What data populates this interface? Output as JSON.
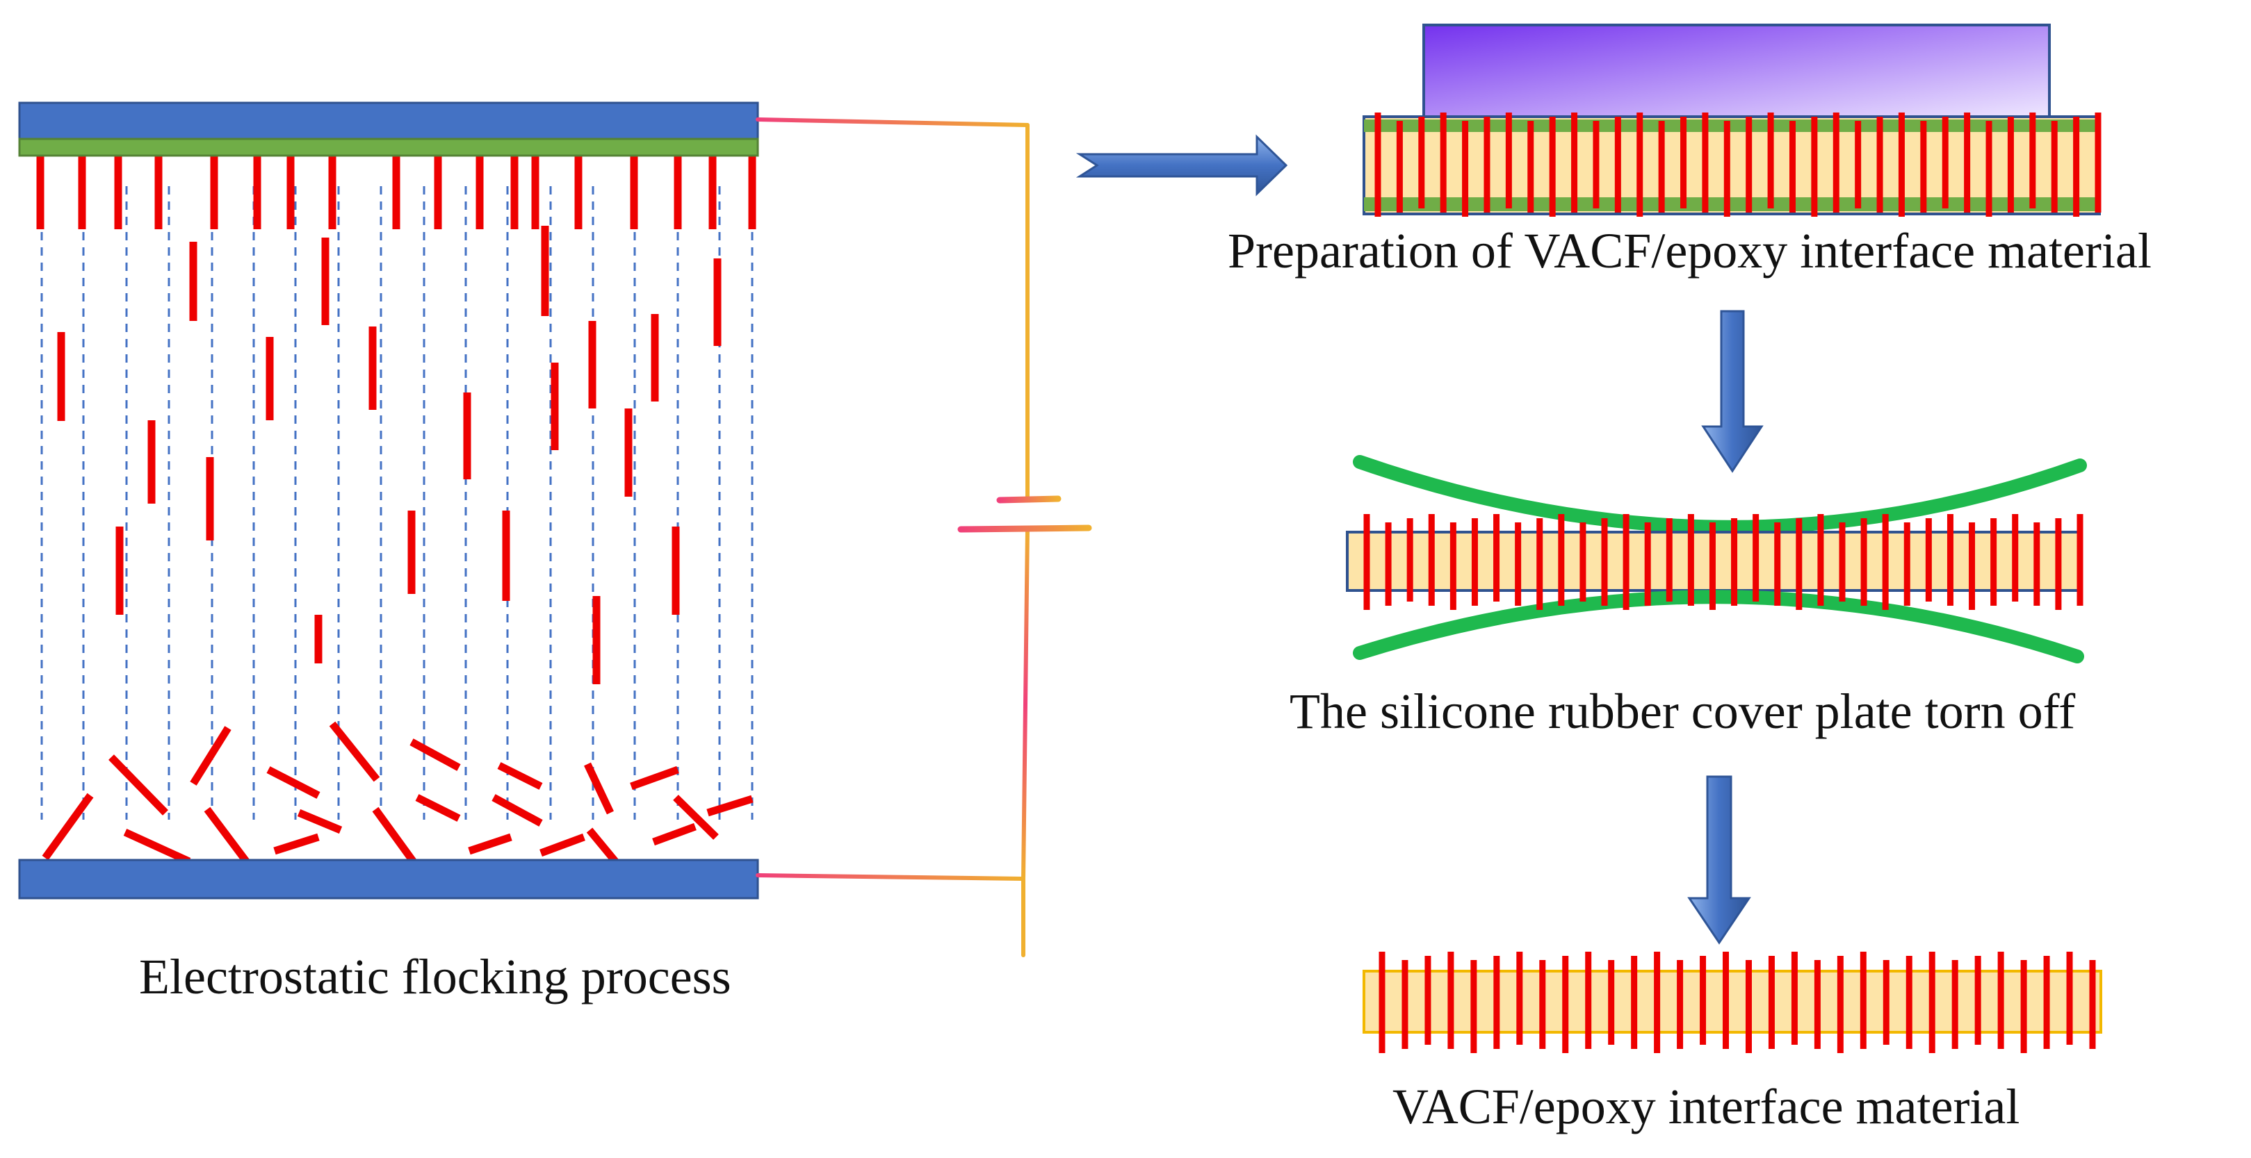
{
  "labels": {
    "flocking_process": "Electrostatic flocking process",
    "preparation": "Preparation of VACF/epoxy interface material",
    "cover_plate_torn": "The silicone rubber cover plate torn off",
    "final_material": "VACF/epoxy interface material"
  },
  "colors": {
    "electrode_blue": "#4472c4",
    "green_layer": "#70ad47",
    "fiber_red": "#ee0000",
    "field_line_blue": "#4472c4",
    "epoxy_fill": "#fde4a8",
    "epoxy_border": "#f2b800",
    "silicone_green": "#1fb94e",
    "cover_plate_purple": "#7b3ff0",
    "wire_pink": "#f0407a",
    "wire_orange": "#f0b030"
  },
  "icons": [
    "right-arrow-icon",
    "down-arrow-icon",
    "battery-symbol-icon",
    "ground-symbol-icon"
  ]
}
